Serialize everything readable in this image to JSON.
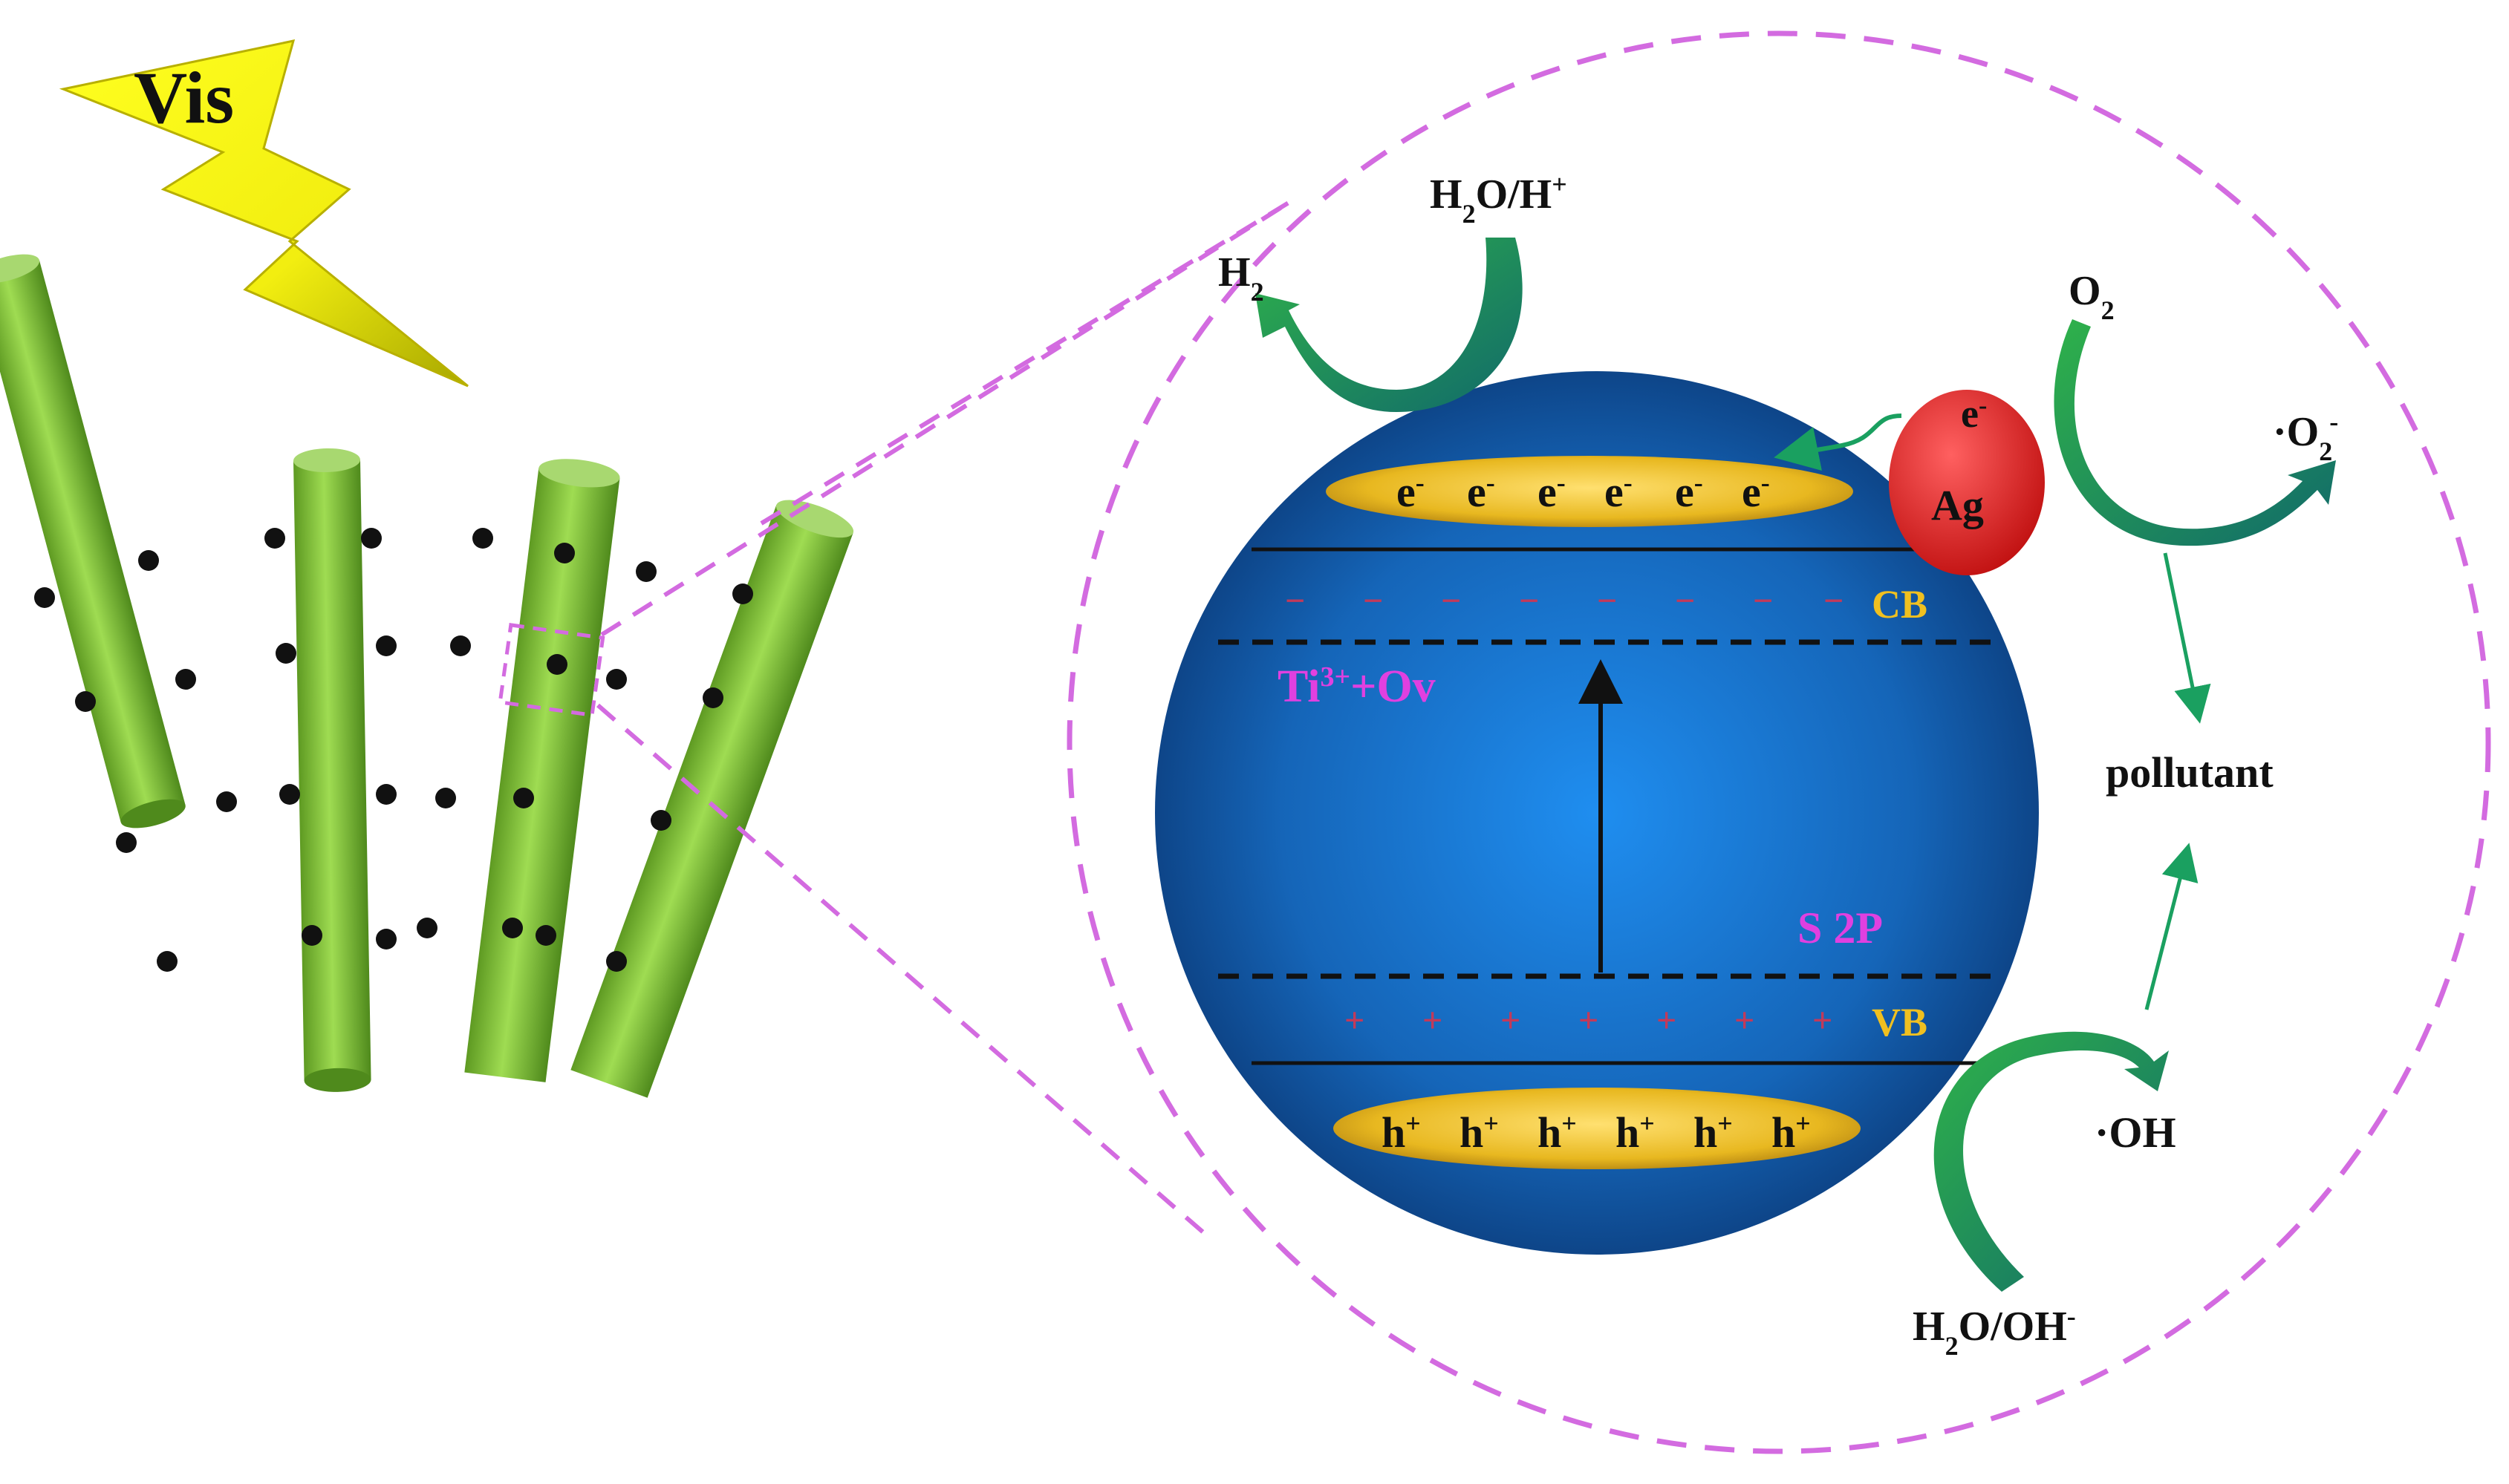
{
  "light_label": "Vis",
  "band_labels": {
    "cb": "CB",
    "vb": "VB"
  },
  "defect_states": {
    "ti": "Ti",
    "ti_sup": "3+",
    "ov": "+Ov",
    "s2p": "S 2P"
  },
  "electron": {
    "base": "e",
    "sup": "-"
  },
  "hole": {
    "base": "h",
    "sup": "+"
  },
  "cb_minus_sign": "−",
  "vb_plus_sign": "+",
  "ag": {
    "label": "Ag",
    "electron": "e",
    "electron_sup": "-"
  },
  "species": {
    "h2o_h_a": "H",
    "h2o_h_sub": "2",
    "h2o_h_b": "O/H",
    "h2o_h_sup": "+",
    "h2_a": "H",
    "h2_sub": "2",
    "o2_a": "O",
    "o2_sub": "2",
    "superoxide_a": "·O",
    "superoxide_sub": "2",
    "superoxide_sup": "-",
    "pollutant": "pollutant",
    "oh_radical": "·OH",
    "h2o_oh_a": "H",
    "h2o_oh_sub": "2",
    "h2o_oh_b": "O/OH",
    "h2o_oh_sup": "-"
  },
  "colors": {
    "magenta_dash": "#d36be0",
    "label_magenta": "#e040e0",
    "band_yellow": "#f0c020",
    "sphere_blue": "#1a74c8",
    "rod_green": "#7fc03a",
    "ag_red": "#e02020",
    "arrow_green": "#1a9a6a"
  }
}
